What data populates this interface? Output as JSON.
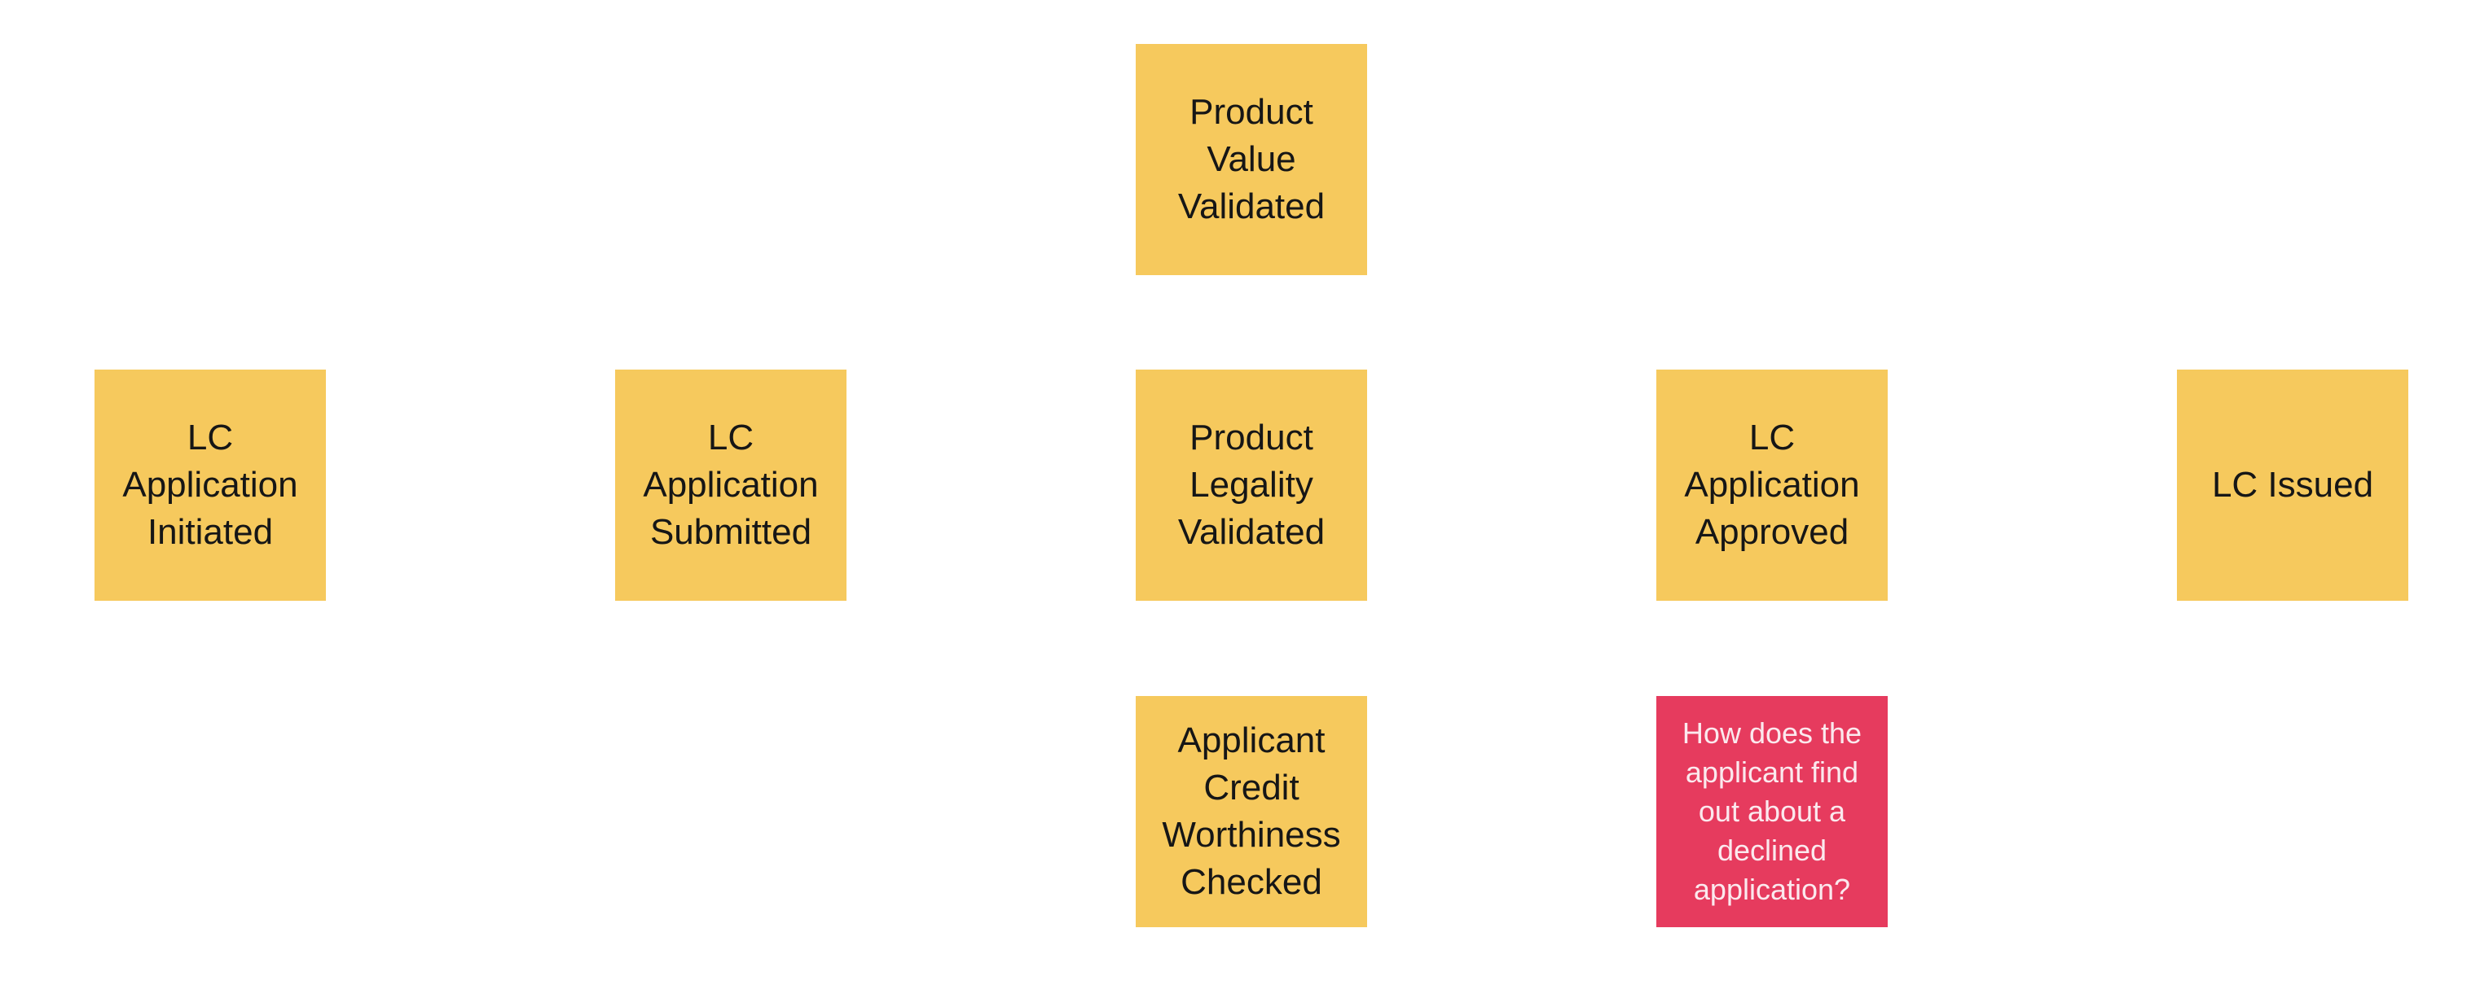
{
  "board": {
    "events": {
      "product_value_validated": "Product\nValue\nValidated",
      "lc_application_initiated": "LC\nApplication\nInitiated",
      "lc_application_submitted": "LC\nApplication\nSubmitted",
      "product_legality_validated": "Product\nLegality\nValidated",
      "lc_application_approved": "LC\nApplication\nApproved",
      "lc_issued": "LC Issued",
      "applicant_credit_worthiness_checked": "Applicant\nCredit\nWorthiness\nChecked"
    },
    "questions": {
      "declined_application": "How does the\napplicant find\nout about a\ndeclined\napplication?"
    },
    "colors": {
      "event_sticky": "#f6c95d",
      "question_sticky": "#e63b5e",
      "background": "#ffffff"
    }
  }
}
